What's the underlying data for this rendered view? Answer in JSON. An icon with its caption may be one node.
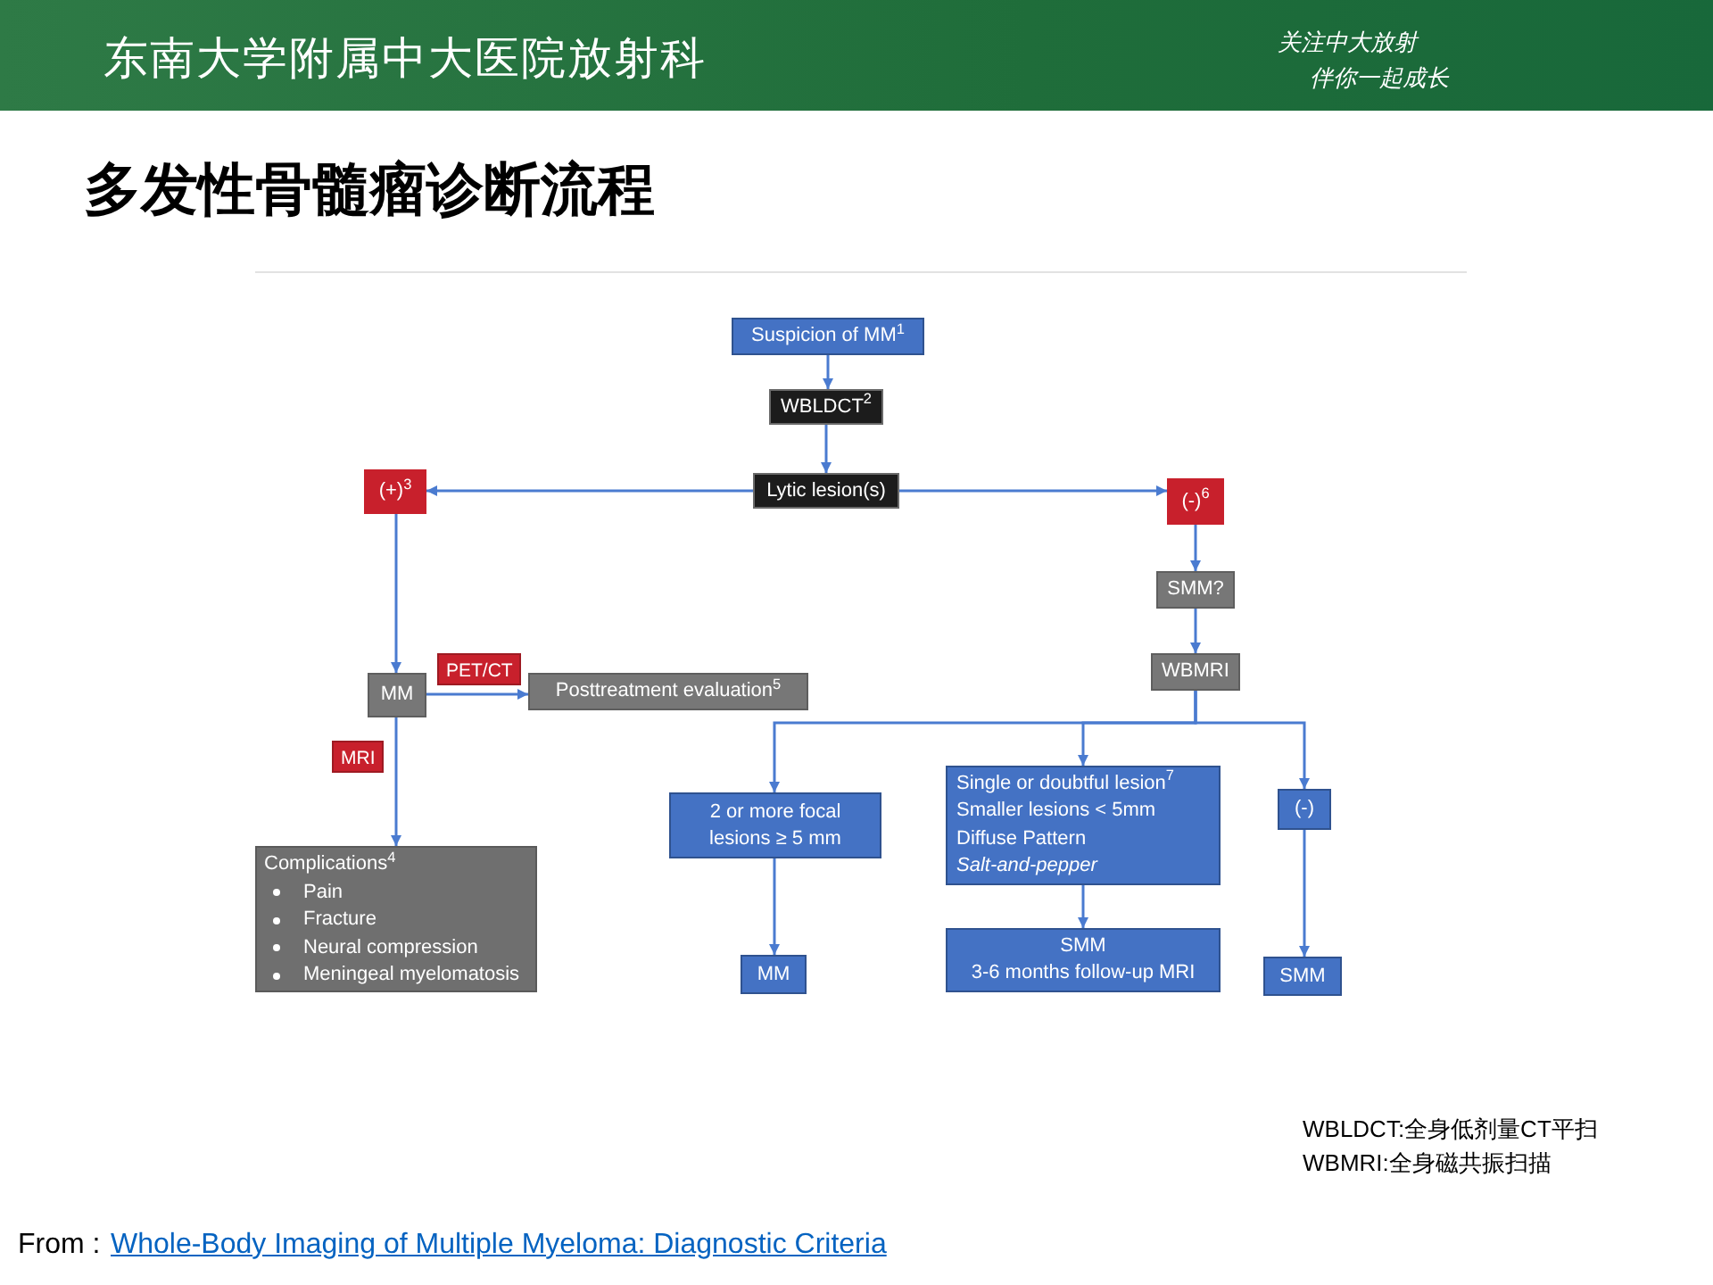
{
  "diagram": {
    "title": "多发性骨髓瘤诊断流程",
    "nodes": [
      {
        "text": [
          "Suspicion of MM$^{1}$"
        ]
      },
      {
        "text": [
          "WBLDCT$^{2}$"
        ]
      },
      {
        "text": [
          "Lytic lesion(s)"
        ]
      },
      {
        "text": [
          "(+)$^{3}$"
        ]
      },
      {
        "text": [
          "(-)$^{6}$"
        ]
      },
      {
        "text": [
          "SMM?"
        ]
      },
      {
        "text": [
          "WBMRI"
        ]
      },
      {
        "text": [
          "MM"
        ]
      },
      {
        "text": [
          "Posttreatment evaluation$^{5}$"
        ]
      },
      {
        "text": [
          "Complications$^{4}$",
          "Pain",
          "Fracture",
          "Neural compression",
          "Meningeal myelomatosis"
        ]
      },
      {
        "text": [
          "2 or more focal lesions ≥ 5 mm"
        ]
      },
      {
        "text": [
          "Single or doubtful lesion$^{7}$",
          "Smaller lesions < 5mm",
          "Diffuse Pattern",
          "*Salt-and-pepper*"
        ]
      },
      {
        "text": [
          "(-)"
        ]
      },
      {
        "text": [
          "MM"
        ]
      },
      {
        "text": [
          "SMM",
          "3-6 months follow-up MRI"
        ]
      },
      {
        "text": [
          "SMM"
        ]
      }
    ],
    "edges": [
      {
        "from": 0,
        "to": 1,
        "arrow": "to"
      },
      {
        "from": 1,
        "to": 2,
        "arrow": "to"
      },
      {
        "from": 2,
        "to": 3,
        "arrow": "to"
      },
      {
        "from": 2,
        "to": 4,
        "arrow": "to"
      },
      {
        "from": 4,
        "to": 5,
        "arrow": "to"
      },
      {
        "from": 5,
        "to": 6,
        "arrow": "to"
      },
      {
        "from": 3,
        "to": 7,
        "arrow": "to"
      },
      {
        "from": 7,
        "to": 8,
        "arrow": "to",
        "label": "PET/CT"
      },
      {
        "from": 7,
        "to": 9,
        "arrow": "to",
        "label": "MRI"
      },
      {
        "from": 6,
        "to": 10,
        "arrow": "to"
      },
      {
        "from": 6,
        "to": 11,
        "arrow": "to"
      },
      {
        "from": 6,
        "to": 12,
        "arrow": "to"
      },
      {
        "from": 10,
        "to": 13,
        "arrow": "to"
      },
      {
        "from": 11,
        "to": 14,
        "arrow": "to"
      },
      {
        "from": 12,
        "to": 15,
        "arrow": "to"
      }
    ],
    "labels": [
      "东南大学附属中大医院放射科",
      "关注中大放射",
      "伴你一起成长",
      "WBLDCT:全身低剂量CT平扫",
      "WBMRI:全身磁共振扫描",
      "From :",
      "Whole-Body Imaging of Multiple Myeloma: Diagnostic Criteria"
    ]
  }
}
